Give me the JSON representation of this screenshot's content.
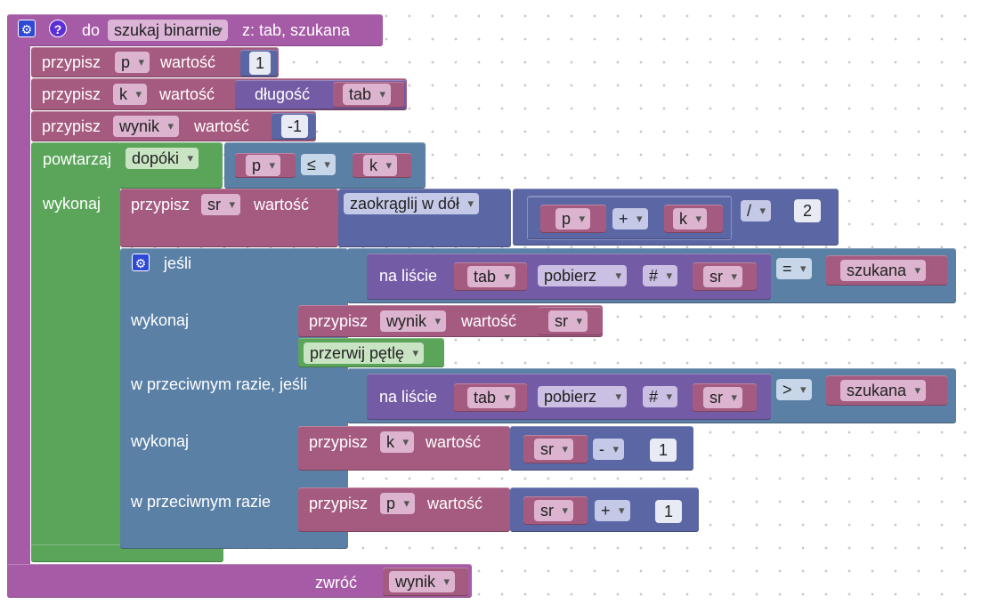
{
  "func": {
    "keyword": "do",
    "name": "szukaj binarnie",
    "params": "z: tab, szukana",
    "return_label": "zwróć",
    "return_var": "wynik"
  },
  "assign_p": {
    "label": "przypisz",
    "var": "p",
    "value_label": "wartość",
    "value": "1"
  },
  "assign_k": {
    "label": "przypisz",
    "var": "k",
    "value_label": "wartość",
    "length_label": "długość",
    "length_var": "tab"
  },
  "assign_wynik": {
    "label": "przypisz",
    "var": "wynik",
    "value_label": "wartość",
    "value": "-1"
  },
  "loop": {
    "label": "powtarzaj",
    "mode": "dopóki",
    "left": "p",
    "op": "≤",
    "right": "k",
    "do_label": "wykonaj"
  },
  "assign_sr": {
    "label": "przypisz",
    "var": "sr",
    "value_label": "wartość",
    "round": "zaokrąglij w dół",
    "a": "p",
    "plus": "+",
    "b": "k",
    "div": "/",
    "divisor": "2"
  },
  "if1": {
    "label": "jeśli",
    "list_label": "na liście",
    "list_var": "tab",
    "get": "pobierz",
    "hash": "#",
    "index": "sr",
    "op": "=",
    "cmp_var": "szukana"
  },
  "do1": {
    "label": "wykonaj",
    "assign_label": "przypisz",
    "var": "wynik",
    "value_label": "wartość",
    "value": "sr",
    "break_label": "przerwij pętlę"
  },
  "elif": {
    "label": "w przeciwnym razie, jeśli",
    "list_label": "na liście",
    "list_var": "tab",
    "get": "pobierz",
    "hash": "#",
    "index": "sr",
    "op": ">",
    "cmp_var": "szukana"
  },
  "do2": {
    "label": "wykonaj",
    "assign_label": "przypisz",
    "var": "k",
    "value_label": "wartość",
    "a": "sr",
    "op": "-",
    "b": "1"
  },
  "else": {
    "label": "w przeciwnym razie",
    "assign_label": "przypisz",
    "var": "p",
    "value_label": "wartość",
    "a": "sr",
    "op": "+",
    "b": "1"
  },
  "icons": {
    "gear": "⚙",
    "help": "?"
  }
}
